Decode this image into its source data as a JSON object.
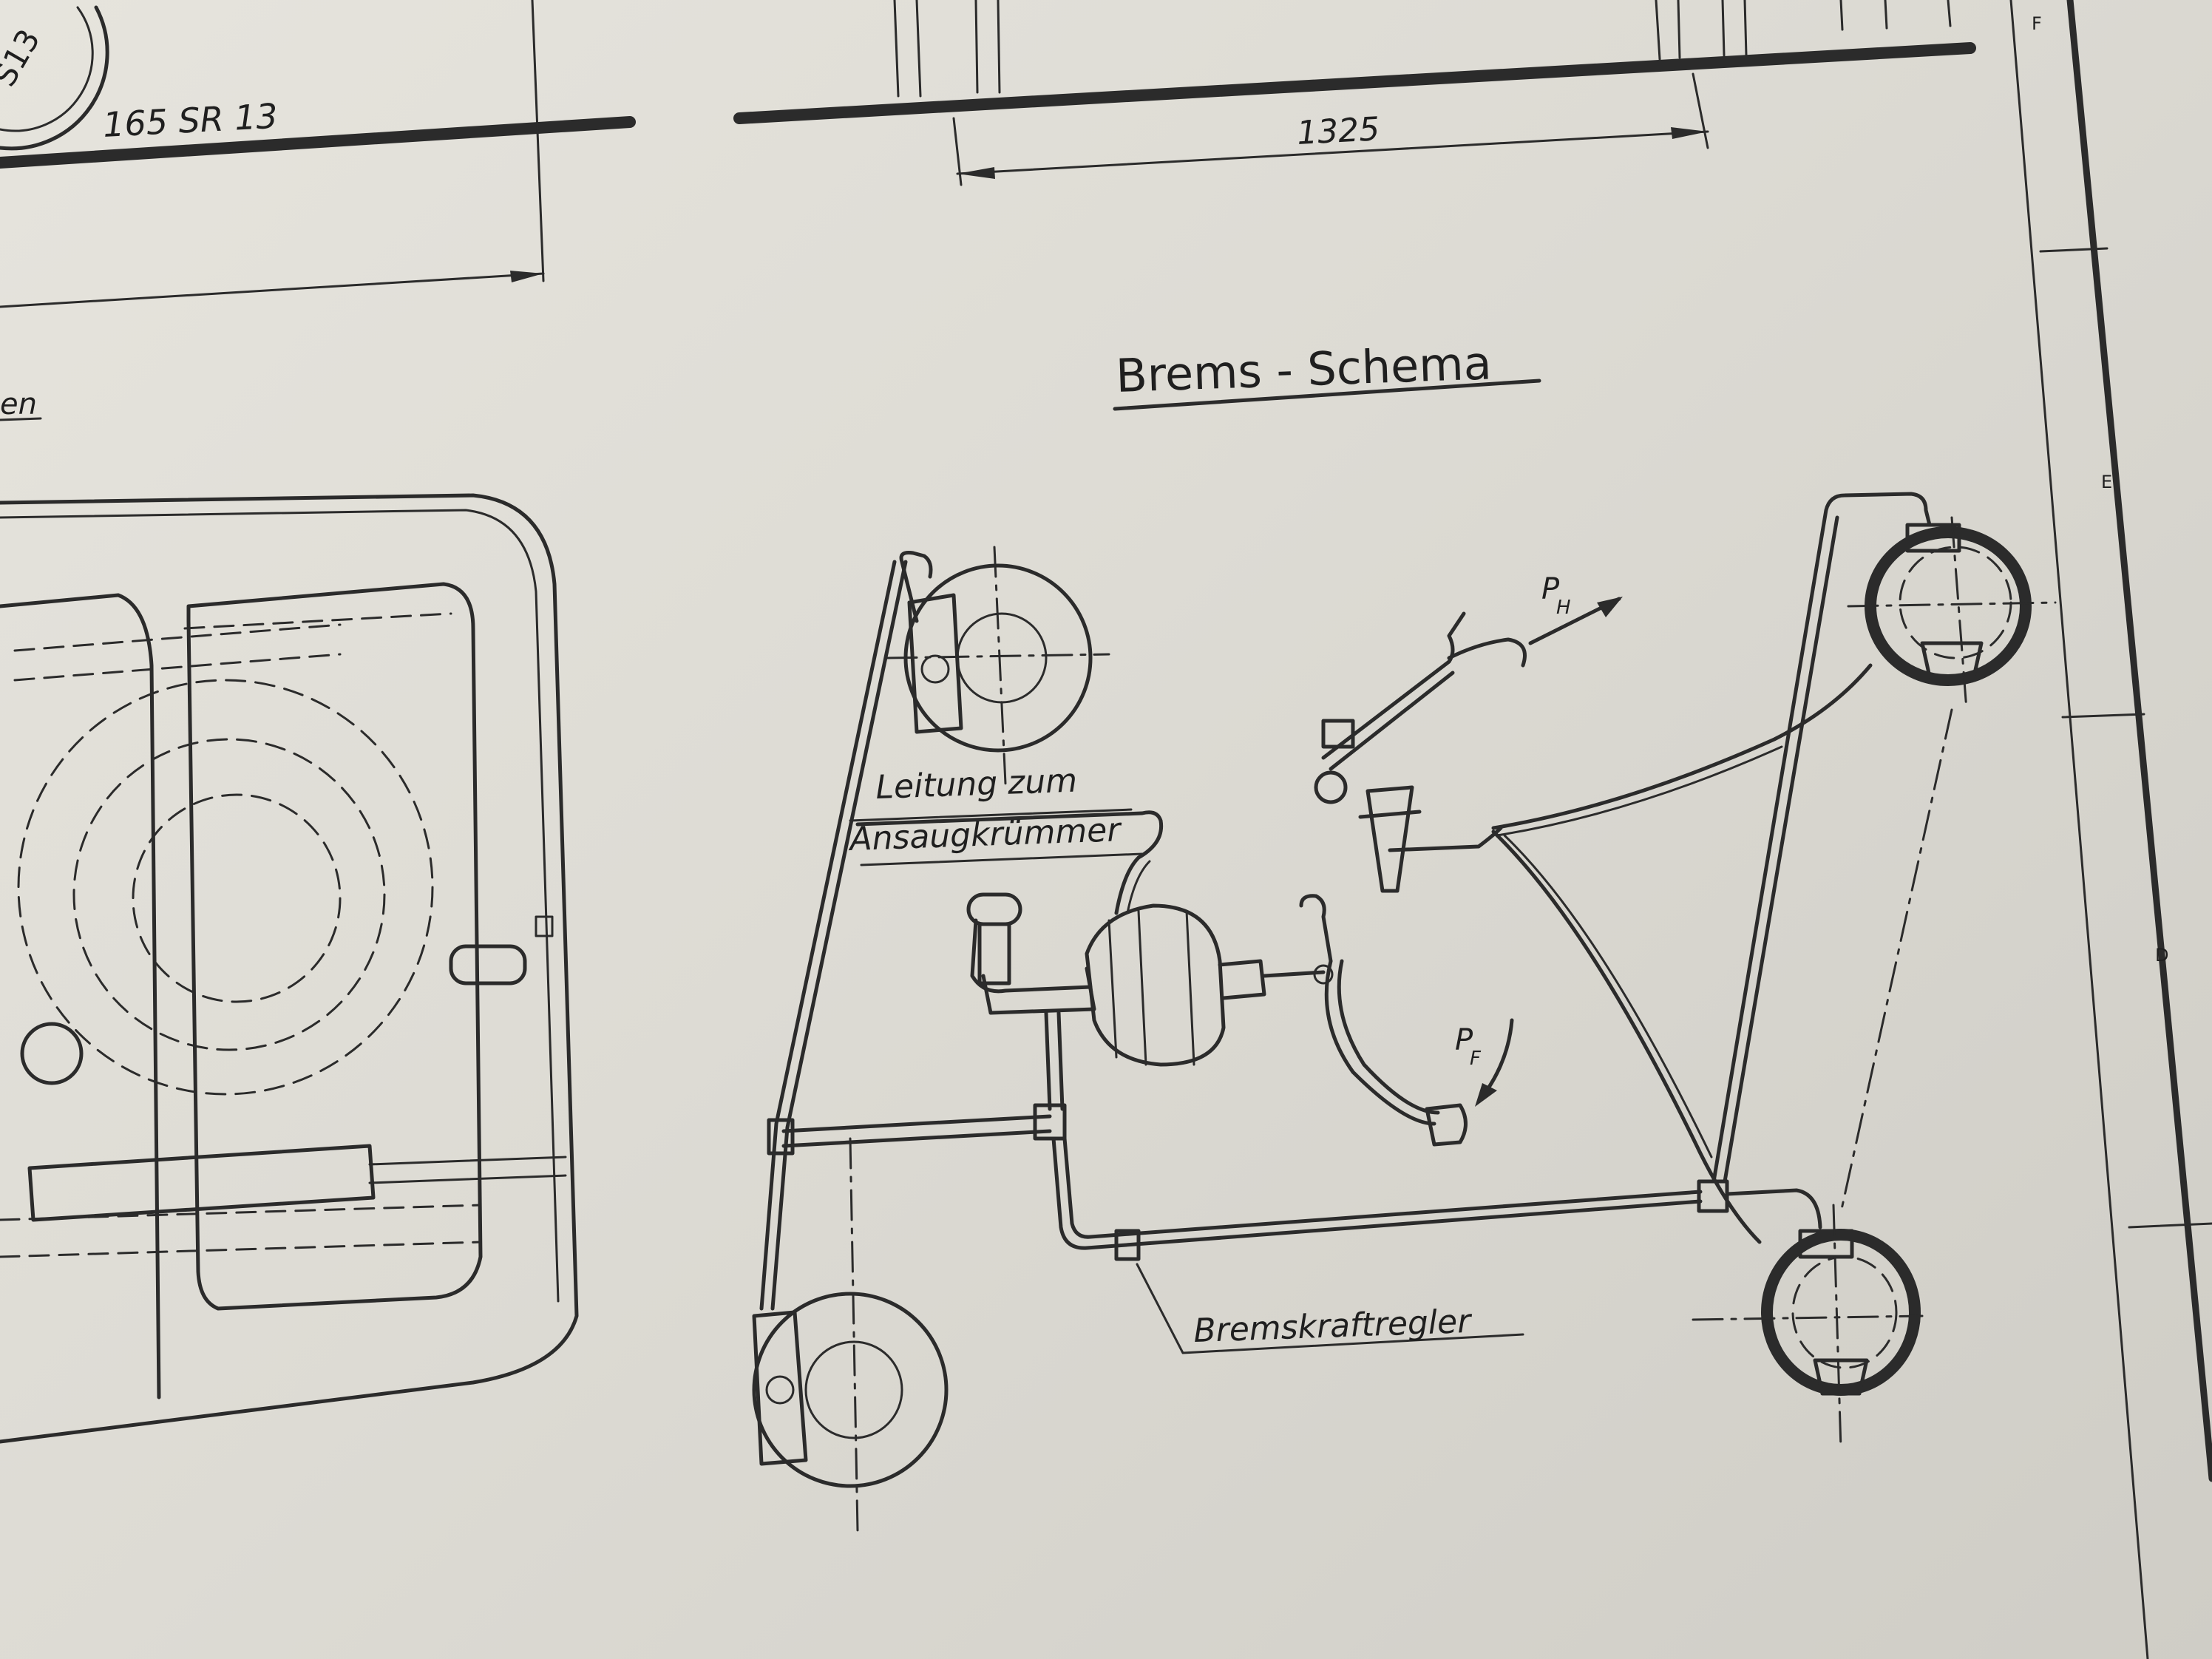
{
  "title": "Brems - Schema",
  "dimensions": {
    "tire": "165 SR 13",
    "track": "1325",
    "stamp_partial": "S13",
    "label_cut": "en"
  },
  "labels": {
    "intake_line_1": "Leitung zum",
    "intake_line_2": "Ansaugkrümmer",
    "regulator": "Bremskraftregler",
    "force_hand": "P",
    "force_hand_sub": "H",
    "force_foot": "P",
    "force_foot_sub": "F"
  },
  "frame_marks": [
    "F",
    "E",
    "D"
  ]
}
